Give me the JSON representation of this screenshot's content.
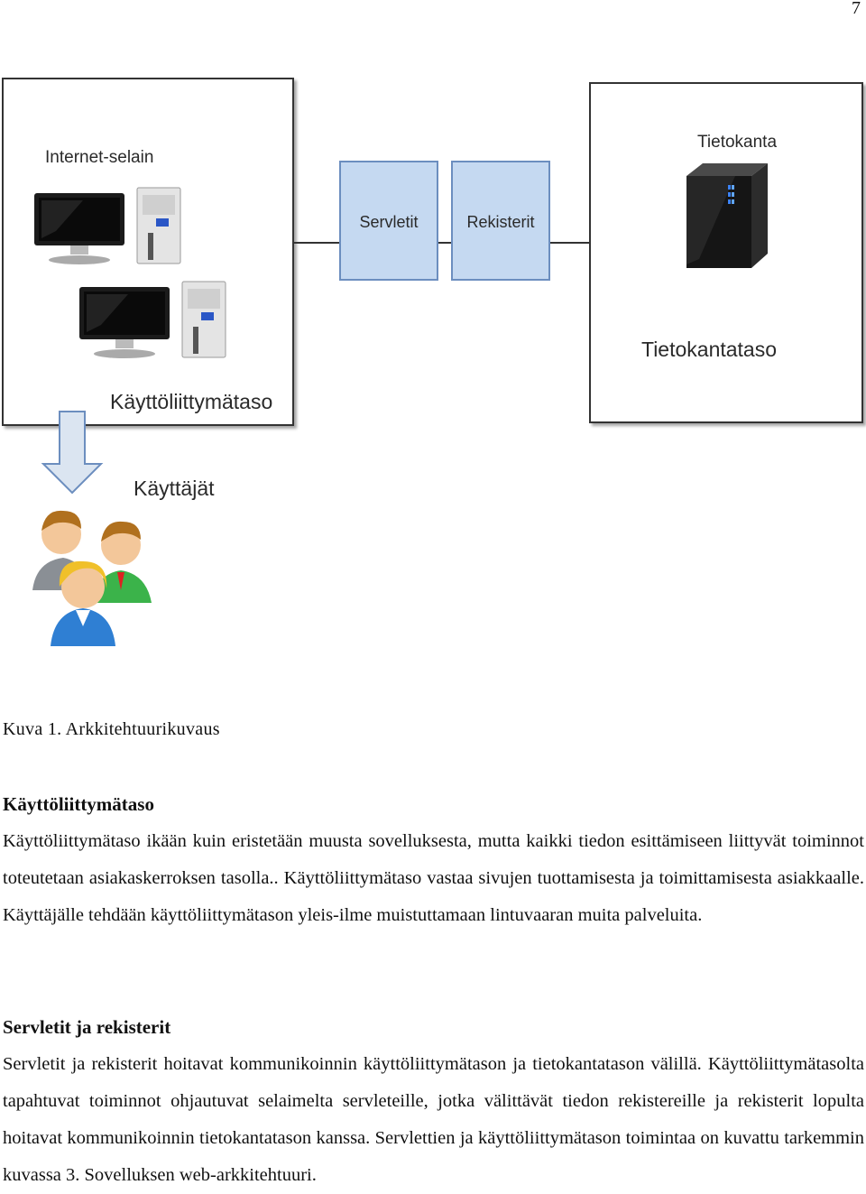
{
  "page_number": "7",
  "diagram": {
    "ui_tier": {
      "label": "Käyttöliittymätaso",
      "browser_label": "Internet-selain"
    },
    "components": [
      {
        "label": "Servletit"
      },
      {
        "label": "Rekisterit"
      }
    ],
    "db_tier": {
      "label": "Tietokantataso",
      "db_label": "Tietokanta"
    },
    "users_label": "Käyttäjät"
  },
  "caption": "Kuva 1. Arkkitehtuurikuvaus",
  "sections": [
    {
      "heading": "Käyttöliittymätaso",
      "body": "Käyttöliittymätaso ikään kuin eristetään muusta sovelluksesta, mutta kaikki tiedon esittämiseen liittyvät toiminnot toteutetaan asiakaskerroksen tasolla.. Käyttöliittymätaso vastaa sivujen tuottamisesta ja toimittamisesta asiakkaalle. Käyttäjälle tehdään käyttöliittymätason yleis-ilme muistuttamaan lintuvaaran muita palveluita."
    },
    {
      "heading": "Servletit ja rekisterit",
      "body": "Servletit ja rekisterit hoitavat kommunikoinnin käyttöliittymätason ja tietokantatason välillä. Käyttöliittymätasolta tapahtuvat toiminnot ohjautuvat selaimelta servleteille, jotka välittävät tiedon rekistereille ja rekisterit lopulta hoitavat kommunikoinnin tietokantatason kanssa. Servlettien ja käyttöliittymätason toimintaa on kuvattu tarkemmin kuvassa 3. Sovelluksen web-arkkitehtuuri."
    }
  ]
}
